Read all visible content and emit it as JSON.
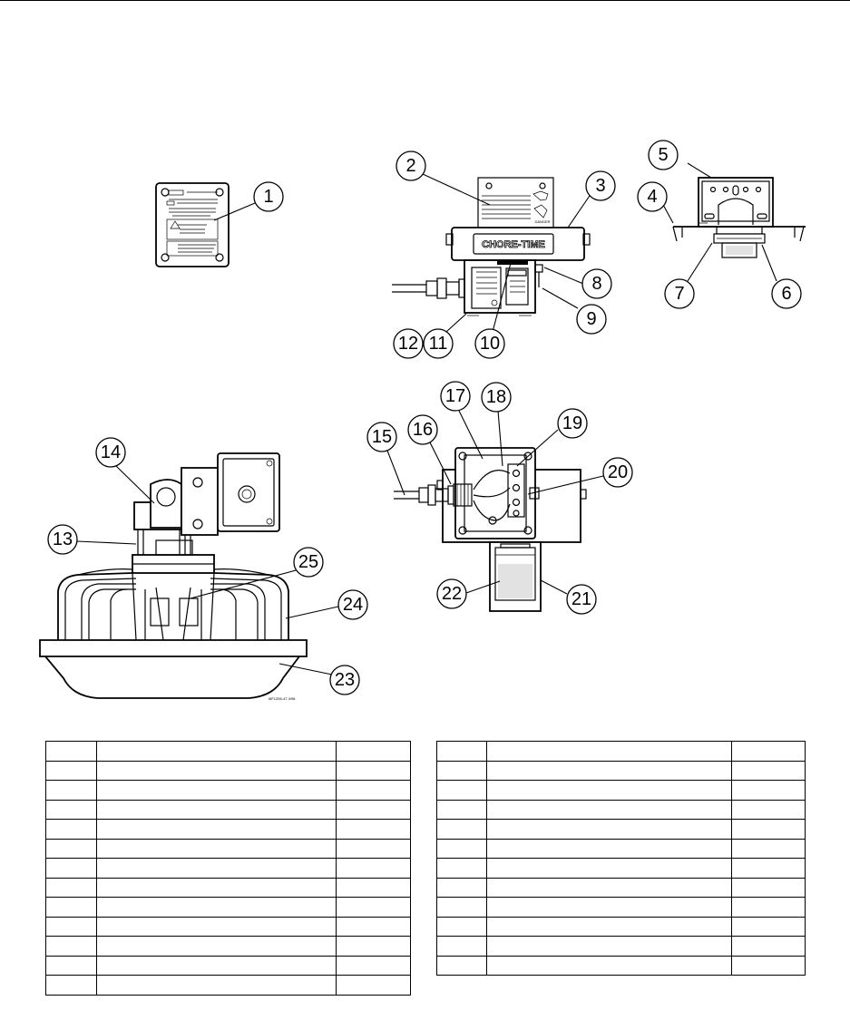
{
  "figure": {
    "drawing_code": "MF1255-47 4/98",
    "brand_mark": "CHORE-TIME",
    "warning_word": "DANGER",
    "callouts": [
      "1",
      "2",
      "3",
      "4",
      "5",
      "6",
      "7",
      "8",
      "9",
      "10",
      "11",
      "12",
      "13",
      "14",
      "15",
      "16",
      "17",
      "18",
      "19",
      "20",
      "21",
      "22",
      "23",
      "24",
      "25"
    ]
  },
  "parts_table_left": {
    "rows": 13,
    "columns": 3
  },
  "parts_table_right": {
    "rows": 12,
    "columns": 3
  }
}
